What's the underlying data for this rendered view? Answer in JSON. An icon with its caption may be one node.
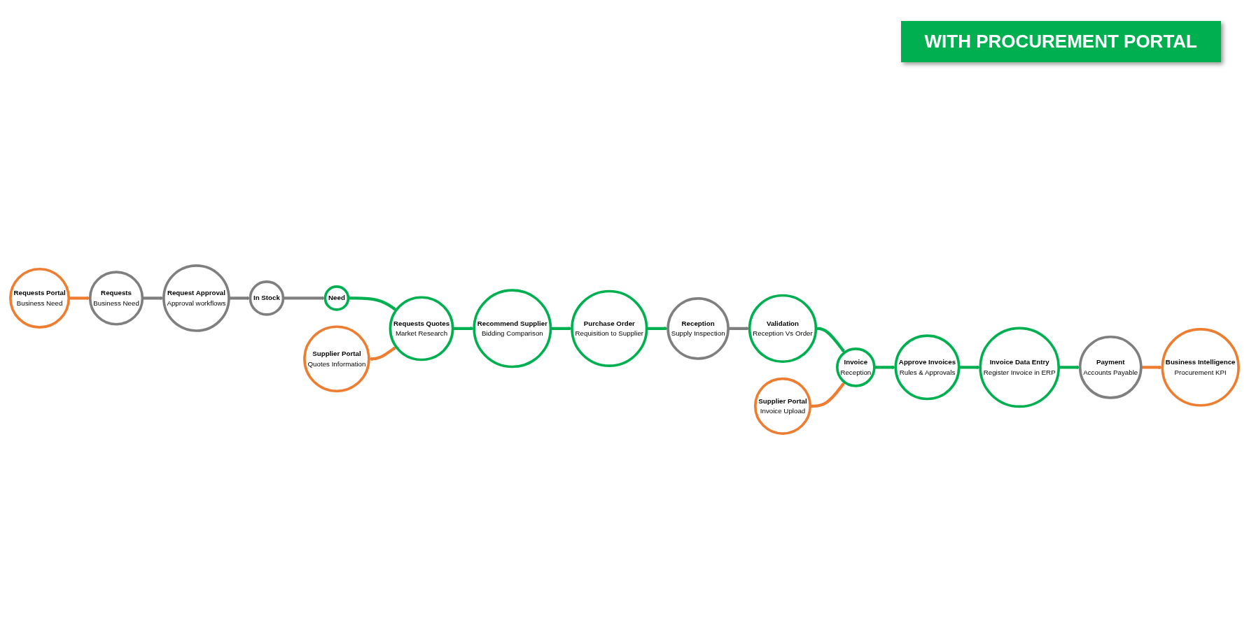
{
  "diagram": {
    "title": "WITH PROCUREMENT PORTAL",
    "nodes": [
      {
        "text": [
          "Requests Portal",
          "Business Need"
        ]
      },
      {
        "text": [
          "Supplier Portal",
          "Quotes Information"
        ]
      },
      {
        "text": [
          "Requests",
          "Business Need"
        ]
      },
      {
        "text": [
          "Request Approval",
          "Approval workflows"
        ]
      },
      {
        "text": [
          "In Stock"
        ]
      },
      {
        "text": [
          "Need"
        ]
      },
      {
        "text": [
          "Requests Quotes",
          "Market Research"
        ]
      },
      {
        "text": [
          "Recommend Supplier",
          "Bidding Comparison"
        ]
      },
      {
        "text": [
          "Purchase Order",
          "Requisition to Supplier"
        ]
      },
      {
        "text": [
          "Business Intelligence",
          "Procurement KPI"
        ]
      },
      {
        "text": [
          "Payment",
          "Accounts Payable"
        ]
      },
      {
        "text": [
          "Invoice Data Entry",
          "Register Invoice in ERP"
        ]
      },
      {
        "text": [
          "Approve Invoices",
          "Rules & Approvals"
        ]
      },
      {
        "text": [
          "Invoice",
          "Reception"
        ]
      },
      {
        "text": [
          "Validation",
          "Reception Vs Order"
        ]
      },
      {
        "text": [
          "Reception",
          "Supply Inspection"
        ]
      },
      {
        "text": [
          "Supplier Portal",
          "Invoice Upload"
        ]
      }
    ],
    "edges": [
      {
        "from": 0,
        "to": 2,
        "arrow": "to",
        "color": "#ed7d31"
      },
      {
        "from": 2,
        "to": 3,
        "arrow": "to",
        "color": "#7f7f7f"
      },
      {
        "from": 3,
        "to": 4,
        "arrow": "to",
        "color": "#7f7f7f"
      },
      {
        "from": 4,
        "to": 5,
        "arrow": "to",
        "color": "#7f7f7f"
      },
      {
        "from": 5,
        "to": 6,
        "arrow": "to"
      },
      {
        "from": 1,
        "to": 6,
        "arrow": "both",
        "color": "#ed7d31"
      },
      {
        "from": 6,
        "to": 7,
        "arrow": "to"
      },
      {
        "from": 7,
        "to": 8,
        "arrow": "to"
      },
      {
        "from": 8,
        "to": 15,
        "arrow": "to"
      },
      {
        "from": 15,
        "to": 14,
        "arrow": "to",
        "color": "#7f7f7f"
      },
      {
        "from": 14,
        "to": 13,
        "arrow": "to"
      },
      {
        "from": 16,
        "to": 13,
        "arrow": "to",
        "color": "#ed7d31"
      },
      {
        "from": 13,
        "to": 12,
        "arrow": "to"
      },
      {
        "from": 12,
        "to": 11,
        "arrow": "to"
      },
      {
        "from": 11,
        "to": 10,
        "arrow": "to"
      },
      {
        "from": 10,
        "to": 9,
        "arrow": "to",
        "color": "#ed7d31"
      }
    ]
  }
}
